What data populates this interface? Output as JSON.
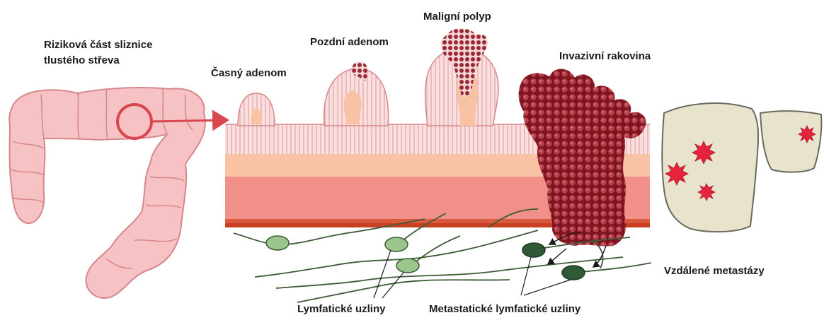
{
  "labels": {
    "risk_area_line1": "Riziková část sliznice",
    "risk_area_line2": "tlustého střeva",
    "early_adenoma": "Časný adenom",
    "late_adenoma": "Pozdní adenom",
    "malignant_polyp": "Maligní polyp",
    "invasive_cancer": "Invazivní rakovina",
    "distant_metastases": "Vzdálené metastázy",
    "lymph_nodes": "Lymfatické uzliny",
    "metastatic_lymph_nodes": "Metastatické lymfatické uzliny"
  },
  "colors": {
    "colon_fill": "#f7c2c4",
    "colon_stroke": "#d6878c",
    "marker": "#d8474f",
    "mucosa": "#fbdede",
    "mucosa_lines": "#d99a9e",
    "submucosa": "#f8c3a5",
    "muscle": "#f19089",
    "serosa": "#c8401f",
    "cancer": "#8e1c26",
    "cancer_dot": "#b4414b",
    "liver_fill": "#e8e3cd",
    "liver_stroke": "#6b6a5e",
    "metastasis": "#e5243b",
    "lymph_vessel": "#3c5b36",
    "node_benign": "#9cc58e",
    "node_metastatic": "#2f5a35"
  }
}
